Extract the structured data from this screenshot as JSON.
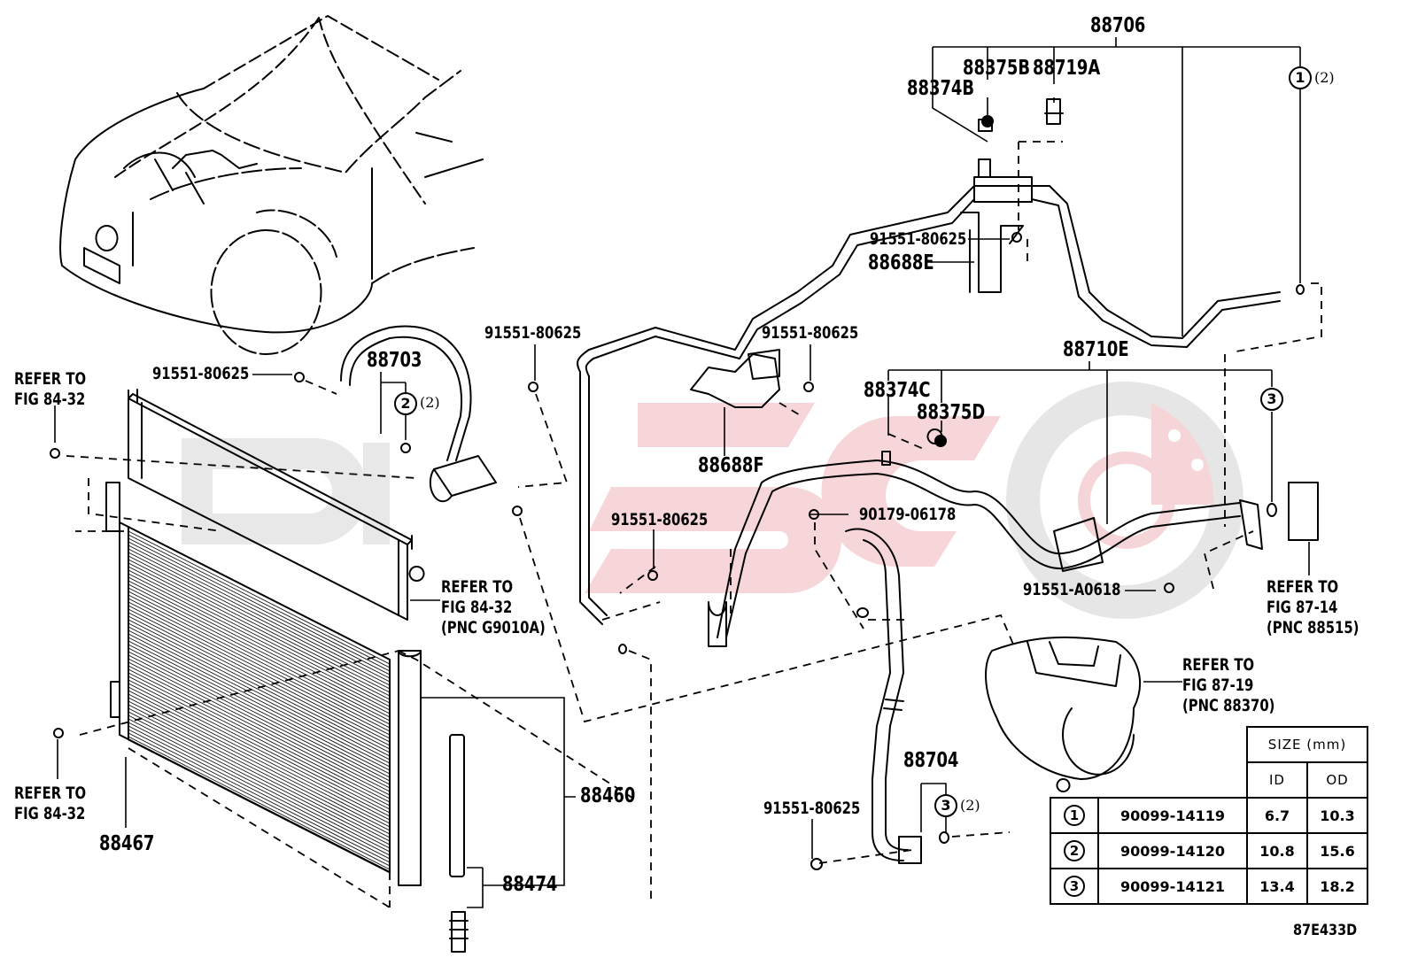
{
  "diagram": {
    "title_code": "87E433D",
    "watermark": {
      "colors": {
        "gray": "#e6e6e6",
        "pink": "#f5d5d8"
      }
    },
    "line_color": "#000000",
    "labels": {
      "p88706": "88706",
      "p88374B": "88374B",
      "p88375B": "88375B",
      "p88719A": "88719A",
      "p88688E": "88688E",
      "bolt_top_right": "91551-80625",
      "p88703": "88703",
      "bolt_left": "91551-80625",
      "bolt_mid_left": "91551-80625",
      "bolt_mid": "91551-80625",
      "p88688F": "88688F",
      "p88710E": "88710E",
      "p88374C": "88374C",
      "p88375D": "88375D",
      "nut_90179": "90179-06178",
      "bolt_lower_mid": "91551-80625",
      "bolt_A0618": "91551-A0618",
      "p88460": "88460",
      "p88467": "88467",
      "p88474": "88474",
      "p88704": "88704",
      "bolt_bottom": "91551-80625"
    },
    "references": {
      "ref_left_top": "REFER TO\nFIG 84-32",
      "ref_left_bottom": "REFER TO\nFIG 84-32",
      "ref_radiator": "REFER TO\nFIG 84-32\n(PNC G9010A)",
      "ref_expansion_valve": "REFER TO\nFIG 87-14\n(PNC 88515)",
      "ref_compressor": "REFER TO\nFIG 87-19\n(PNC 88370)"
    },
    "callouts": [
      {
        "id": "1",
        "qty": "(2)",
        "context": "88706"
      },
      {
        "id": "2",
        "qty": "(2)",
        "context": "88703"
      },
      {
        "id": "3",
        "qty": "",
        "context": "88710E"
      },
      {
        "id": "3",
        "qty": "(2)",
        "context": "88704"
      }
    ],
    "size_table": {
      "header": "SIZE (mm)",
      "columns": [
        "ID",
        "OD"
      ],
      "rows": [
        {
          "ref": "1",
          "part": "90099-14119",
          "id": "6.7",
          "od": "10.3"
        },
        {
          "ref": "2",
          "part": "90099-14120",
          "id": "10.8",
          "od": "15.6"
        },
        {
          "ref": "3",
          "part": "90099-14121",
          "id": "13.4",
          "od": "18.2"
        }
      ]
    }
  }
}
